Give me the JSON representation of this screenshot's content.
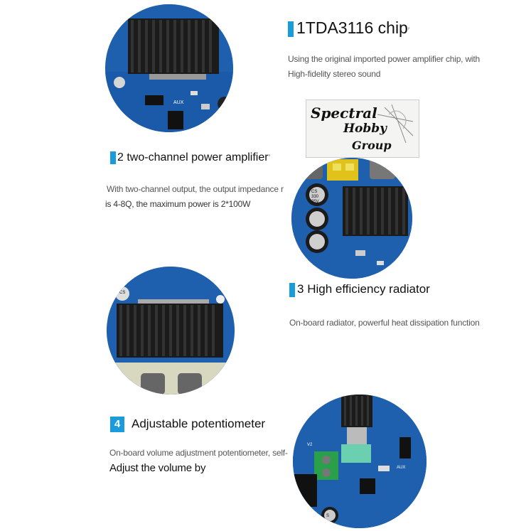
{
  "sections": [
    {
      "number": "1",
      "title": "TDA3116 chip",
      "tail": "′",
      "desc_lines": [
        "Using the original imported power amplifier chip, with",
        "High-fidelity stereo sound"
      ]
    },
    {
      "number": "2",
      "title": "two-channel power amplifier",
      "tail": "ʼ",
      "desc_lines": [
        "With two-channel output, the output impedance r",
        "is 4-8Q, the maximum power is 2*100W"
      ]
    },
    {
      "number": "3",
      "title": "High efficiency radiator",
      "desc_lines": [
        "On-board radiator, powerful heat dissipation function"
      ]
    },
    {
      "number": "4",
      "title": "Adjustable potentiometer",
      "desc_lines": [
        "On-board volume adjustment potentiometer, self-",
        "Adjust the volume by"
      ]
    }
  ],
  "logo": {
    "line1": "Spectral",
    "line2": "Hobby",
    "line3": "Group"
  },
  "board_labels": {
    "aux": "AUX",
    "cap_top": "CS",
    "cap_mid": "330",
    "cap_bot": "35V",
    "cap_s": "S",
    "v2": "V2"
  },
  "colors": {
    "accent": "#1a9bdc",
    "board": "#1e5fae",
    "heatsink": "#1b1b1b"
  }
}
